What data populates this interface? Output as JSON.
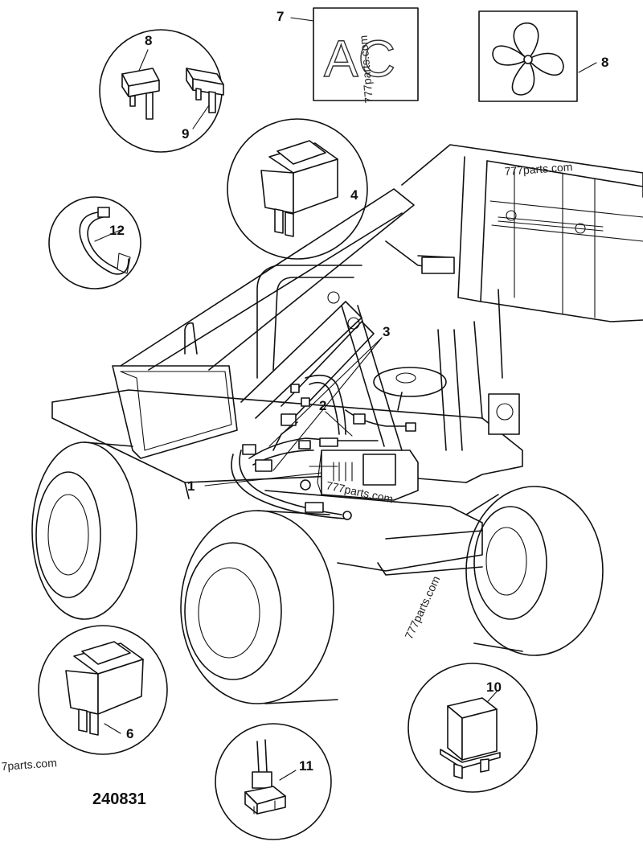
{
  "drawing": {
    "part_number": "240831",
    "callouts": [
      "1",
      "2",
      "3",
      "4",
      "6",
      "7",
      "8",
      "8",
      "9",
      "10",
      "11",
      "12"
    ],
    "icon_text": "AC",
    "watermarks": [
      "777parts.com",
      "777parts.com",
      "777parts.com",
      "777parts.com",
      "7parts.com"
    ]
  },
  "icons": {
    "fan": "fan-icon",
    "ac": "ac-icon",
    "fuse": "fuse-icon",
    "rocker_switch": "rocker-switch-icon",
    "relay": "relay-icon",
    "cable_tie": "cable-tie-icon",
    "diode": "diode-icon"
  }
}
